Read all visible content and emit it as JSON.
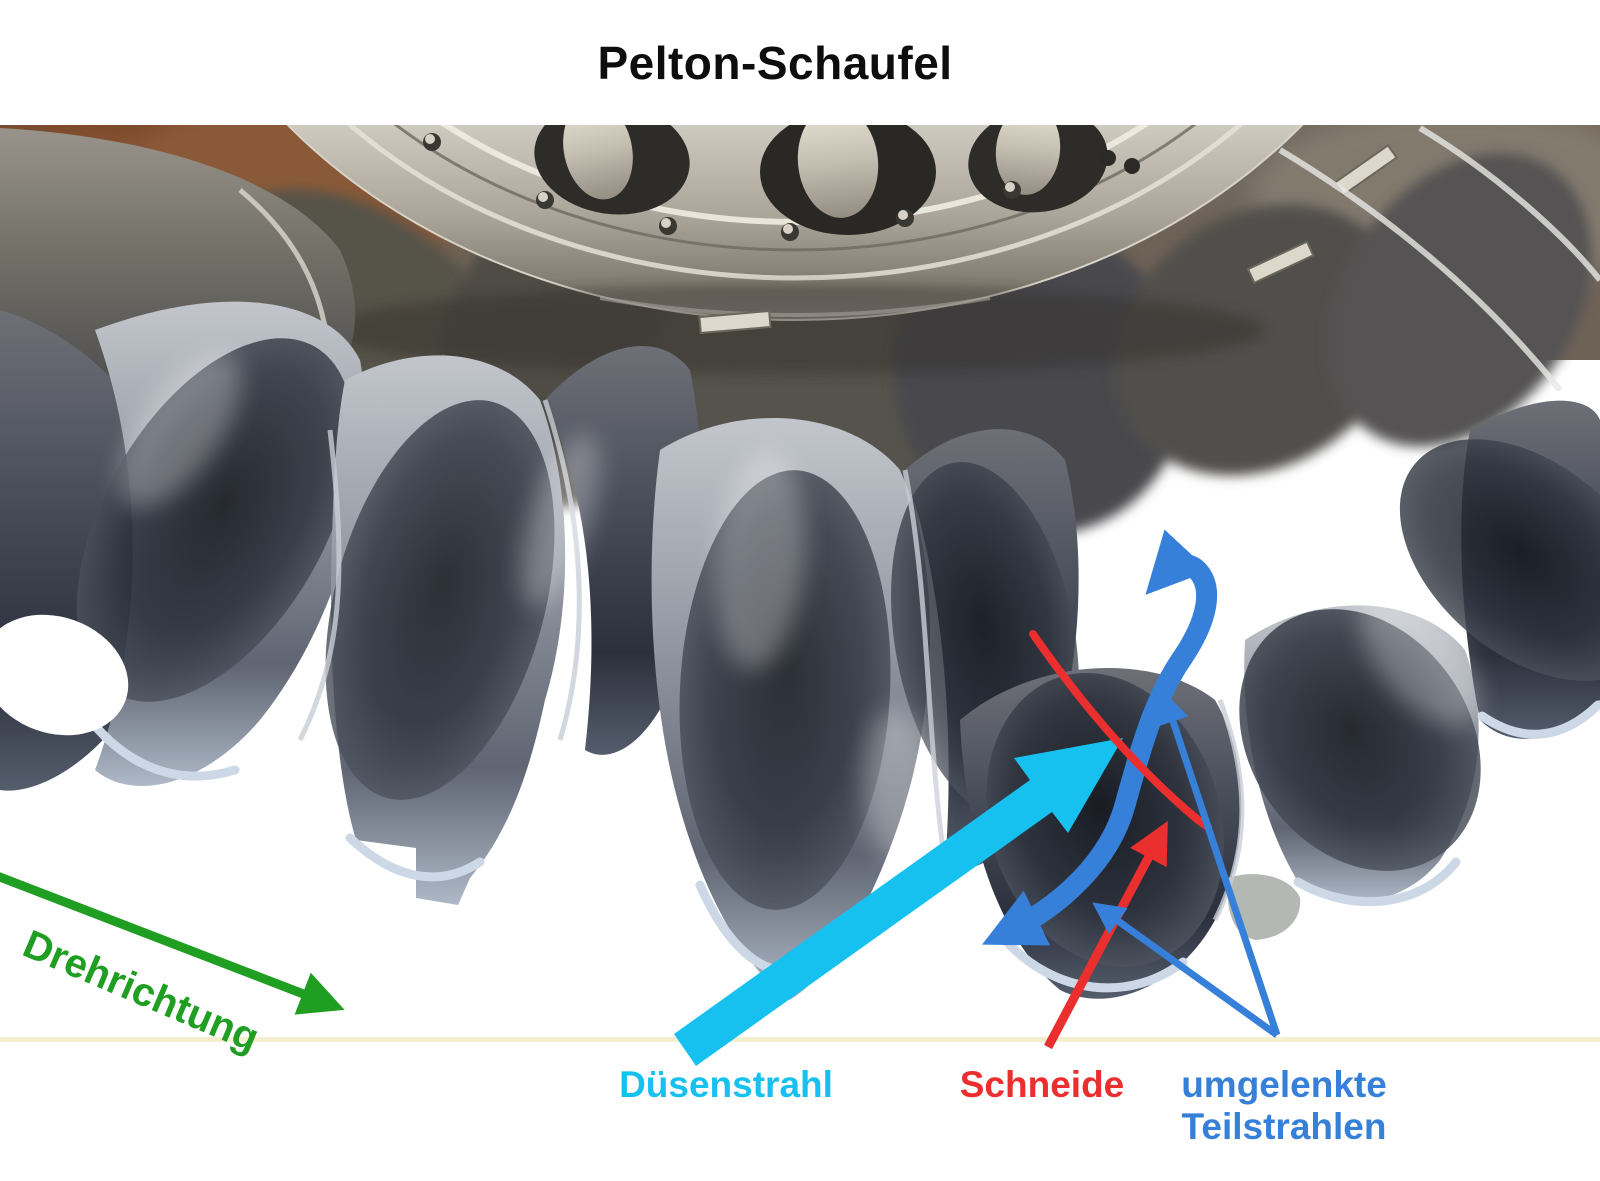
{
  "title": "Pelton-Schaufel",
  "labels": {
    "rotation": "Drehrichtung",
    "jet": "Düsenstrahl",
    "edge": "Schneide",
    "deflected_line1": "umgelenkte",
    "deflected_line2": "Teilstrahlen"
  },
  "colors": {
    "title_black": "#0d0d0d",
    "rotation_green": "#1f9e22",
    "jet_cyan": "#17c1ef",
    "edge_red": "#ea2f2e",
    "deflected_blue": "#3780da",
    "photo_divider_yellow": "#f4efcf"
  }
}
